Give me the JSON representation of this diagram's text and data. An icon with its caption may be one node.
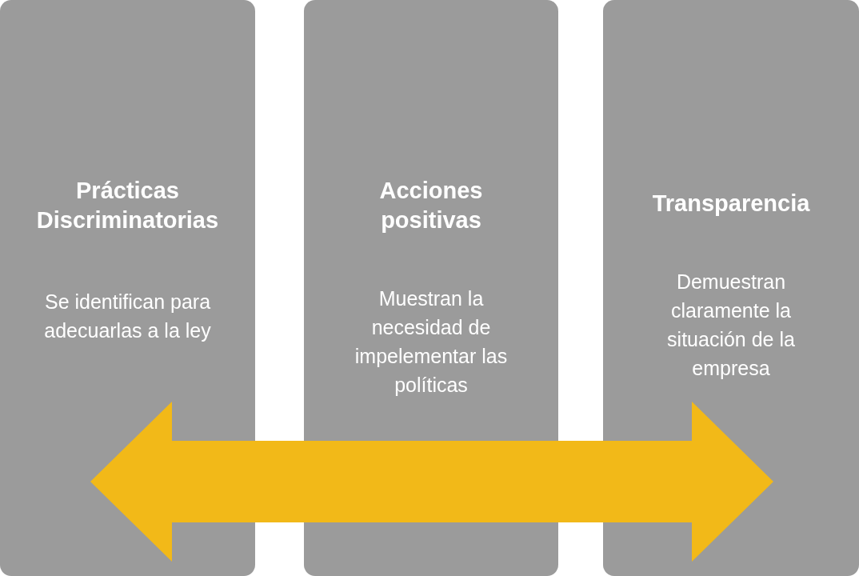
{
  "diagram": {
    "nodes": [
      {
        "text": [
          "Prácticas Discriminatorias",
          "Se identifican para adecuarlas a la ley"
        ]
      },
      {
        "text": [
          "Acciones positivas",
          "Muestran la necesidad de impelementar las políticas"
        ]
      },
      {
        "text": [
          "Transparencia",
          "Demuestran claramente la situación de la empresa"
        ]
      }
    ],
    "edges": [
      {
        "from": 0,
        "to": 2,
        "arrow": "both",
        "style": "thick",
        "color": "#f2b918"
      }
    ]
  }
}
